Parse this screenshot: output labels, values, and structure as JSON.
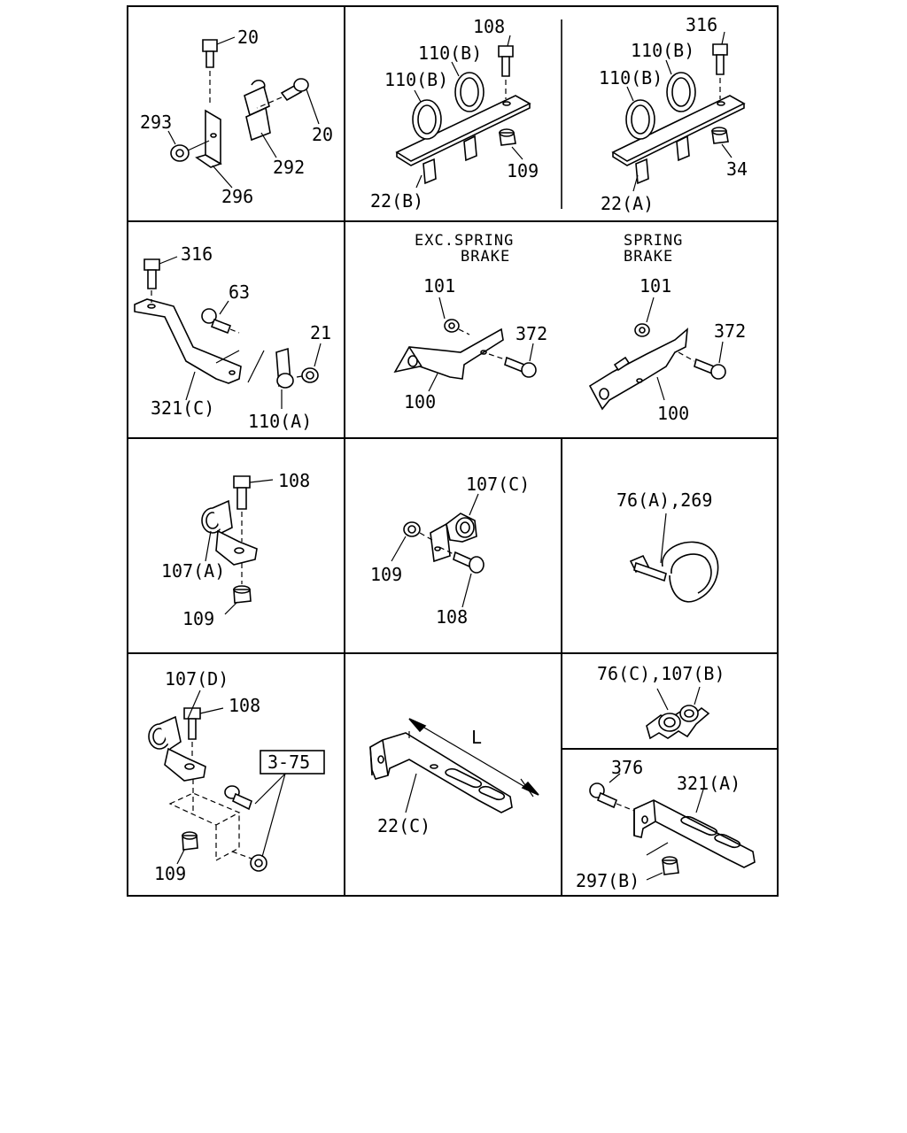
{
  "labels": {
    "c1": [
      "20",
      "20",
      "293",
      "292",
      "296"
    ],
    "c2": [
      "108",
      "110(B)",
      "110(B)",
      "109",
      "22(B)"
    ],
    "c3": [
      "316",
      "110(B)",
      "110(B)",
      "34",
      "22(A)"
    ],
    "c4": [
      "316",
      "63",
      "21",
      "321(C)",
      "110(A)"
    ],
    "c5": [
      "EXC.SPRING",
      "BRAKE",
      "101",
      "372",
      "100"
    ],
    "c6": [
      "SPRING",
      "BRAKE",
      "101",
      "372",
      "100"
    ],
    "c7": [
      "108",
      "107(A)",
      "109"
    ],
    "c8": [
      "107(C)",
      "109",
      "108"
    ],
    "c9": [
      "76(A),269"
    ],
    "c10": [
      "107(D)",
      "108",
      "3-75",
      "109"
    ],
    "c11": [
      "L",
      "22(C)"
    ],
    "c12": [
      "76(C),107(B)"
    ],
    "c13": [
      "376",
      "321(A)",
      "297(B)"
    ]
  }
}
